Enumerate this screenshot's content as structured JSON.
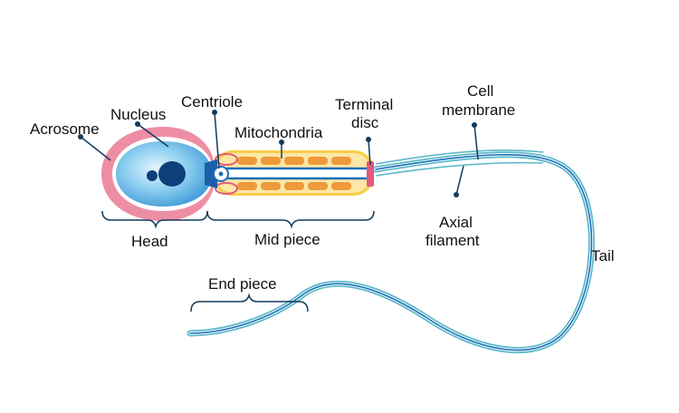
{
  "labels": {
    "acrosome": "Acrosome",
    "nucleus": "Nucleus",
    "centriole": "Centriole",
    "mitochondria": "Mitochondria",
    "terminal_disc_line1": "Terminal",
    "terminal_disc_line2": "disc",
    "cell_membrane_line1": "Cell",
    "cell_membrane_line2": "membrane",
    "axial_filament_line1": "Axial",
    "axial_filament_line2": "filament",
    "tail": "Tail",
    "head": "Head",
    "mid_piece": "Mid piece",
    "end_piece": "End piece"
  },
  "colors": {
    "head_blue": "#3aa0dc",
    "head_light": "#cde9f8",
    "acrosome_pink": "#ee8ea4",
    "mito_orange": "#ef9a3a",
    "mito_yellow": "#f6cf4a",
    "filament_blue": "#1a6fb8",
    "membrane_teal": "#5ab9c8",
    "leader": "#123a5a"
  }
}
